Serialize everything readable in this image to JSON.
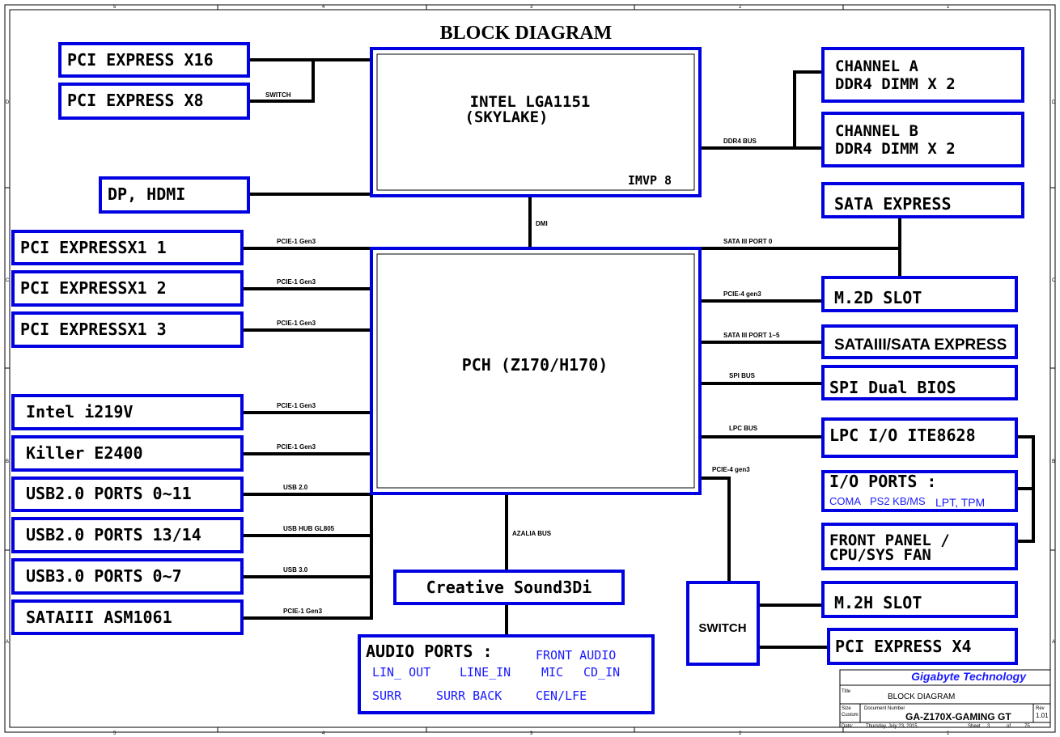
{
  "diagram": {
    "title": "BLOCK DIAGRAM",
    "cpu": {
      "line1": "INTEL LGA1151",
      "line2": "(SKYLAKE)",
      "sub": "IMVP 8"
    },
    "pch": {
      "label": "PCH (Z170/H170)"
    },
    "left": {
      "pcie_x16": "PCI EXPRESS X16",
      "pcie_x8": "PCI EXPRESS X8",
      "switch_label": "SWITCH",
      "dp_hdmi": "DP, HDMI",
      "pcie_x1_1": "PCI EXPRESSX1 1",
      "pcie_x1_2": "PCI EXPRESSX1 2",
      "pcie_x1_3": "PCI EXPRESSX1 3",
      "intel_lan": "Intel i219V",
      "killer": "Killer E2400",
      "usb2_0_11": "USB2.0 PORTS 0~11",
      "usb2_13_14": "USB2.0 PORTS 13/14",
      "usb3": "USB3.0 PORTS 0~7",
      "sata_asm": "SATAIII ASM1061"
    },
    "left_buses": {
      "pcie1_a": "PCIE-1 Gen3",
      "pcie1_b": "PCIE-1 Gen3",
      "pcie1_c": "PCIE-1 Gen3",
      "pcie1_d": "PCIE-1 Gen3",
      "pcie1_e": "PCIE-1 Gen3",
      "usb20": "USB 2.0",
      "usbhub": "USB HUB GL805",
      "usb30": "USB 3.0",
      "pcie1_f": "PCIE-1 Gen3"
    },
    "right": {
      "ch_a_1": "CHANNEL A",
      "ch_a_2": "DDR4  DIMM X 2",
      "ch_b_1": "CHANNEL B",
      "ch_b_2": "DDR4 DIMM X 2",
      "sata_express": "SATA EXPRESS",
      "m2d": "M.2D SLOT",
      "sata_exp2": "SATAIII/SATA EXPRESS",
      "spi": "SPI Dual BIOS",
      "lpc": "LPC I/O ITE8628",
      "io_title": "I/O PORTS :",
      "io_coma": "COMA",
      "io_ps2": "PS2 KB/MS",
      "io_lpt": "LPT, TPM",
      "front1": "FRONT PANEL /",
      "front2": "CPU/SYS FAN",
      "m2h": "M.2H SLOT",
      "pcie_x4": "PCI EXPRESS X4",
      "switch": "SWITCH"
    },
    "right_buses": {
      "ddr4": "DDR4 BUS",
      "sata3_p0": "SATA III PORT 0",
      "pcie4_a": "PCIE-4 gen3",
      "sata3_p15": "SATA III PORT 1~5",
      "spi": "SPI BUS",
      "lpc": "LPC BUS",
      "pcie4_b": "PCIE-4 gen3"
    },
    "dmi": "DMI",
    "azalia": "AZALIA BUS",
    "sound": "Creative Sound3Di",
    "audio": {
      "title": "AUDIO PORTS :",
      "front": "FRONT AUDIO",
      "lin_out": "LIN_ OUT",
      "line_in": "LINE_IN",
      "mic": "MIC",
      "cd_in": "CD_IN",
      "surr": "SURR",
      "surr_back": "SURR BACK",
      "cen_lfe": "CEN/LFE"
    },
    "title_block": {
      "company": "Gigabyte Technology",
      "title_label": "Title",
      "title": "BLOCK DIAGRAM",
      "size_label": "Size",
      "size": "Custom",
      "docnum_label": "Document Number",
      "docnum": "GA-Z170X-GAMING GT",
      "rev_label": "Rev",
      "rev": "1.01",
      "date_label": "Date:",
      "date": "Thursday, July 23, 2015",
      "sheet_label": "Sheet",
      "sheet": "3",
      "of_label": "of",
      "total": "75"
    },
    "frame_marks": {
      "top": [
        "5",
        "4",
        "3",
        "2",
        "1"
      ],
      "bottom": [
        "5",
        "4",
        "3",
        "2",
        "1"
      ],
      "left": [
        "D",
        "C",
        "B",
        "A"
      ],
      "right": [
        "D",
        "C",
        "B",
        "A"
      ]
    }
  },
  "colors": {
    "box_border": "#0000e0",
    "link_text": "#1a1aff",
    "wire": "#000000"
  }
}
